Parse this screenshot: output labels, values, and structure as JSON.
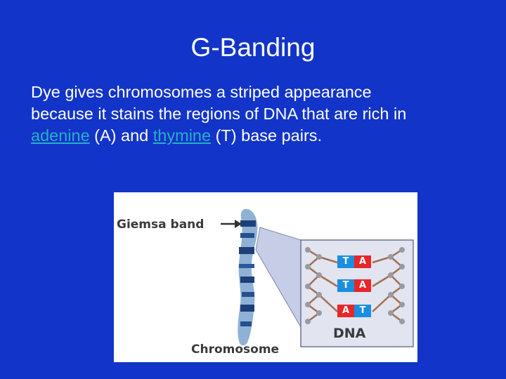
{
  "slide": {
    "title": "G-Banding",
    "body_line1": "Dye gives chromosomes a striped appearance",
    "body_line2": "because it stains the regions of DNA that are rich in",
    "link_adenine": "adenine",
    "text_a": " (A) and ",
    "link_thymine": "thymine",
    "text_t": " (T) base pairs."
  },
  "figure": {
    "giemsa_label": "Giemsa band",
    "chromosome_label": "Chromosome",
    "dna_label": "DNA",
    "pairs": [
      {
        "left": "T",
        "right": "A"
      },
      {
        "left": "T",
        "right": "A"
      },
      {
        "left": "A",
        "right": "T"
      }
    ]
  }
}
